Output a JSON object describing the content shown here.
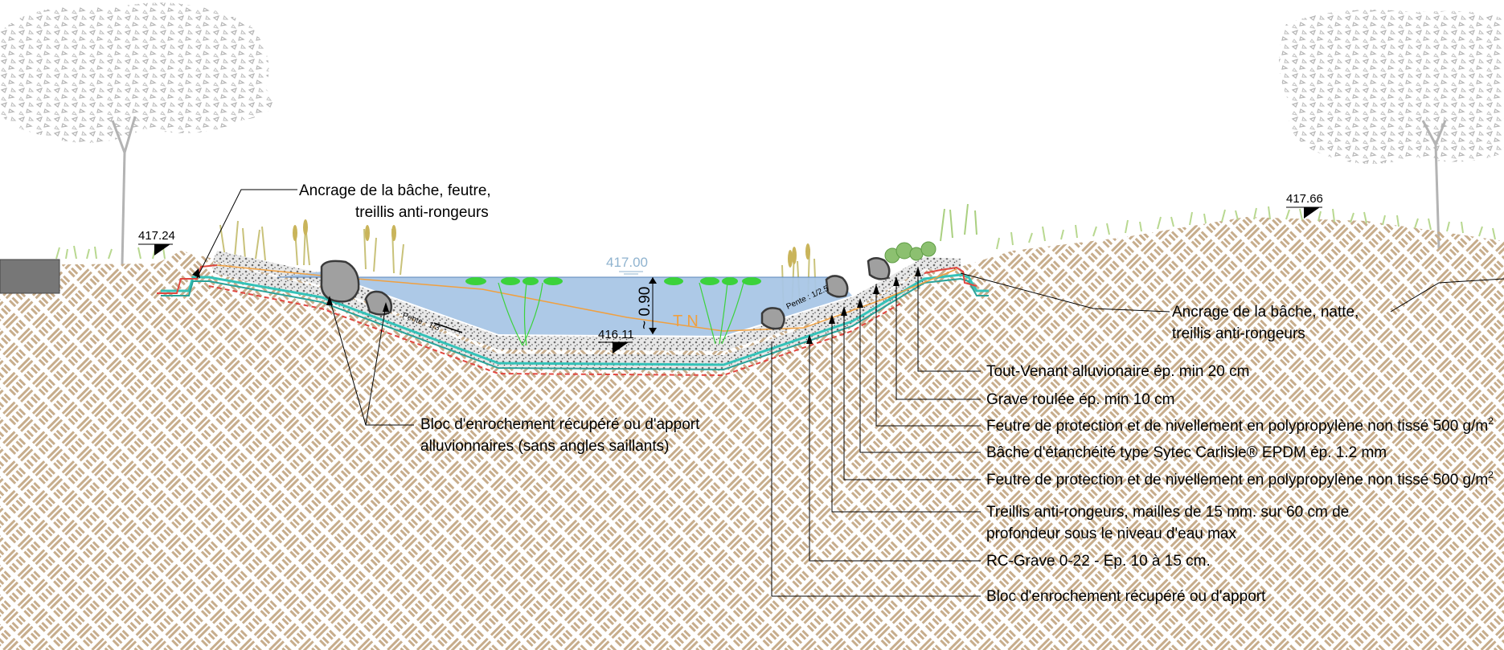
{
  "diagram": {
    "levels": {
      "left_bank": "417.24",
      "right_bank": "417.66",
      "water": "417.00",
      "bottom": "416.11"
    },
    "depth_label": "~ 0.90",
    "tn_label": "T N",
    "slopes": {
      "left": "Pente : 1/3",
      "right": "Pente : 1/2.5"
    },
    "labels": {
      "anchor_left_1": "Ancrage de la bâche, feutre,",
      "anchor_left_2": "treillis anti-rongeurs",
      "anchor_right_1": "Ancrage de la bâche, natte,",
      "anchor_right_2": "treillis anti-rongeurs",
      "blocs_left_1": "Bloc d'enrochement récupéré ou d'apport",
      "blocs_left_2": "alluvionnaires (sans angles saillants)",
      "tout_venant": "Tout-Venant alluvionaire ép. min 20 cm",
      "grave_roulee": "Grave roulée ép.  min 10 cm",
      "feutre_1": "Feutre de protection et de nivellement en polypropylène non tissé 500 g/m",
      "bache": "Bâche d'étanchéité type Sytec Carlisle® EPDM  ép. 1.2 mm",
      "feutre_2": "Feutre de protection et de nivellement en polypropylène non tissé 500 g/m",
      "treillis_1": "Treillis anti-rongeurs, mailles de 15 mm. sur 60 cm de",
      "treillis_2": "profondeur sous le niveau d'eau max",
      "rc_grave": "RC-Grave 0-22 - Ep. 10 à 15 cm.",
      "blocs_right": "Bloc d'enrochement récupéré ou d'apport",
      "superscript": "2"
    },
    "colors": {
      "water": "#a9c6e6",
      "soil_hatch": "#c7ad8c",
      "membrane": "#34c2b8",
      "felt": "#e0473f",
      "tn_line": "#f0a040",
      "lily": "#3bd23b",
      "grass": "#b8d890",
      "tree": "#b3b3b3"
    }
  }
}
